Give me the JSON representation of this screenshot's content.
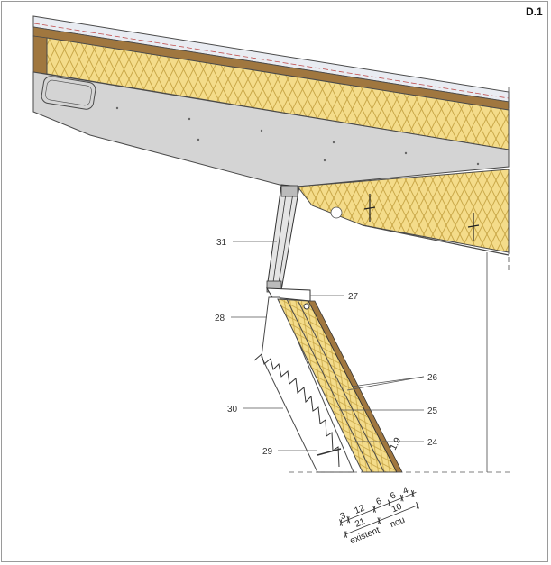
{
  "sheet": {
    "id": "D.1"
  },
  "callouts": [
    "31",
    "27",
    "28",
    "26",
    "25",
    "30",
    "24",
    "29"
  ],
  "dimensions": {
    "segments": [
      "3",
      "12",
      "6",
      "6",
      "4"
    ],
    "totals": [
      "21",
      "10"
    ],
    "labels": [
      "existent",
      "nou"
    ],
    "angle_mark": "1.9"
  },
  "colors": {
    "insulation": "#f4dc8a",
    "concrete": "#d4d4d4",
    "timber": "#a0773f",
    "membrane": "#e9ecf2",
    "line": "#4a4a4a",
    "dashed_line": "#c05050"
  }
}
